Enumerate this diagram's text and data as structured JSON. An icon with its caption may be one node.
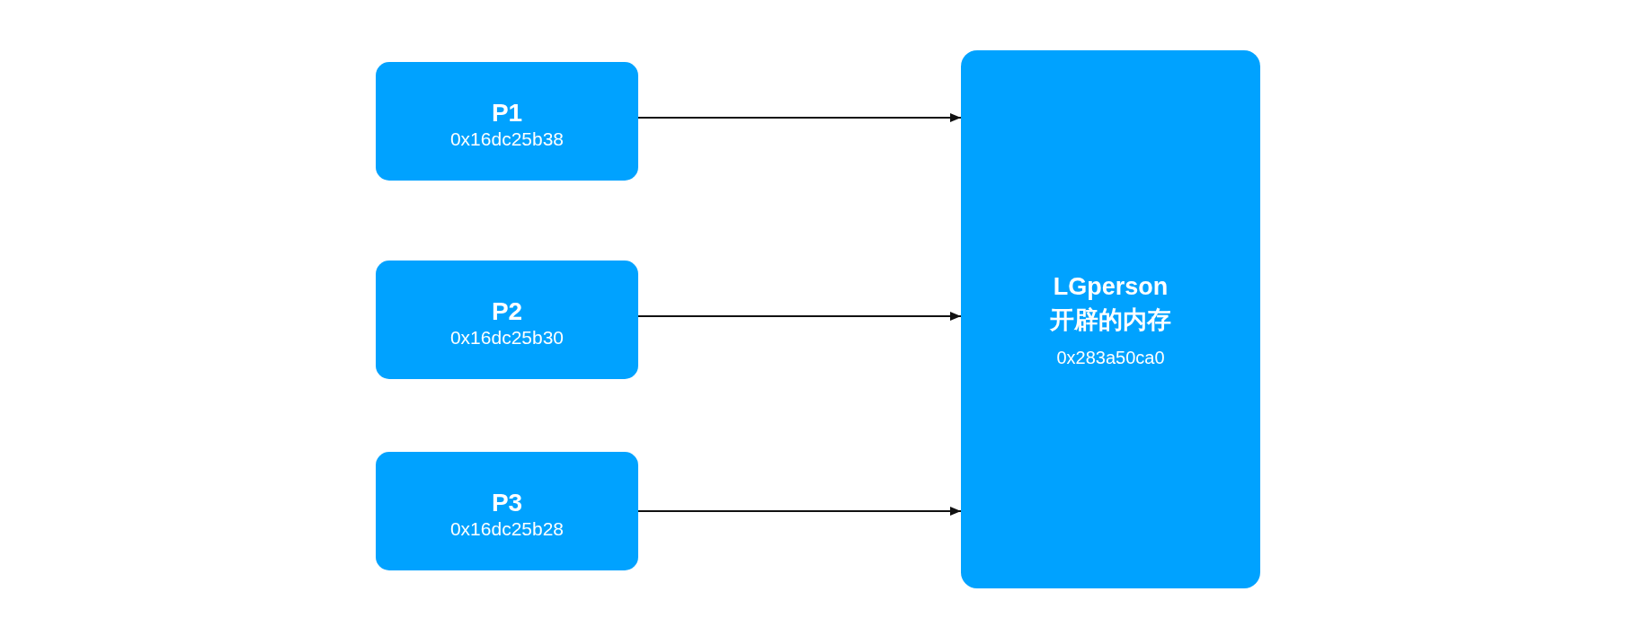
{
  "diagram": {
    "nodes": [
      {
        "text": [
          "P1",
          "0x16dc25b38"
        ]
      },
      {
        "text": [
          "P2",
          "0x16dc25b30"
        ]
      },
      {
        "text": [
          "P3",
          "0x16dc25b28"
        ]
      },
      {
        "text": [
          "LGperson 开辟的内存",
          "0x283a50ca0"
        ]
      }
    ],
    "edges": [
      {
        "from": 0,
        "to": 3,
        "arrow": "to"
      },
      {
        "from": 1,
        "to": 3,
        "arrow": "to"
      },
      {
        "from": 2,
        "to": 3,
        "arrow": "to"
      }
    ]
  }
}
